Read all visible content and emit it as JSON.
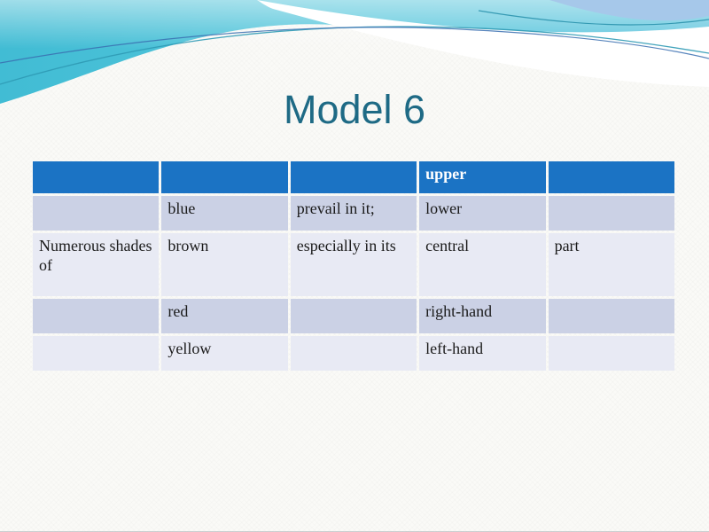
{
  "slide": {
    "title": "Model 6",
    "title_color": "#1e6a85"
  },
  "theme": {
    "wave_teal": "#4cc2d8",
    "wave_periwinkle": "#a6c8ea",
    "accent_line_teal": "#2f9ab5",
    "accent_line_blue": "#3a6fb0",
    "background": "#fafaf7"
  },
  "table": {
    "header_bg": "#1b73c4",
    "band_dark_color": "#cbd1e5",
    "band_light_color": "#e8eaf4",
    "header": [
      "",
      "",
      "",
      "upper",
      ""
    ],
    "rows": [
      {
        "band": "dark",
        "cells": [
          "",
          "blue",
          "prevail in it;",
          "lower",
          ""
        ]
      },
      {
        "band": "light",
        "cells": [
          "Numerous shades of",
          "brown",
          "especially in its",
          "central",
          "part"
        ]
      },
      {
        "band": "dark",
        "cells": [
          "",
          "red",
          "",
          "right-hand",
          ""
        ]
      },
      {
        "band": "light",
        "cells": [
          "",
          "yellow",
          "",
          "left-hand",
          ""
        ]
      }
    ]
  }
}
